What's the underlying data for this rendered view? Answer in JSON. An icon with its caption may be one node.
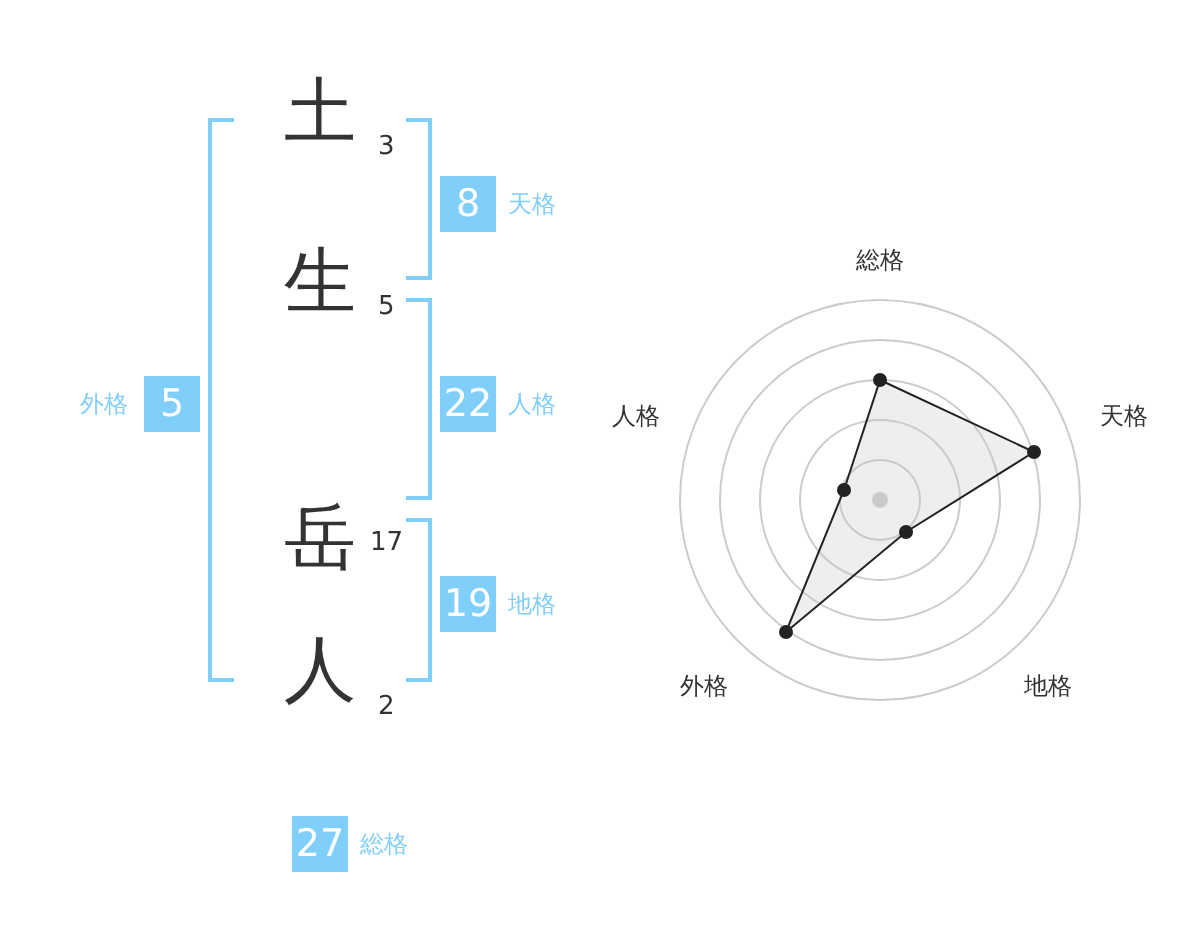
{
  "diagram": {
    "nodes": [
      {
        "text": [
          "8"
        ],
        "beside": [
          "天格"
        ]
      },
      {
        "text": [
          "5"
        ],
        "beside": [
          "外格"
        ]
      },
      {
        "text": [
          "22"
        ],
        "beside": [
          "人格"
        ]
      },
      {
        "text": [
          "19"
        ],
        "beside": [
          "地格"
        ]
      },
      {
        "text": [
          "27"
        ],
        "beside": [
          "総格"
        ]
      }
    ],
    "labels": [
      "土",
      "3",
      "生",
      "5",
      "岳",
      "17",
      "人",
      "2",
      "総格",
      "人格",
      "天格",
      "外格",
      "地格"
    ]
  }
}
